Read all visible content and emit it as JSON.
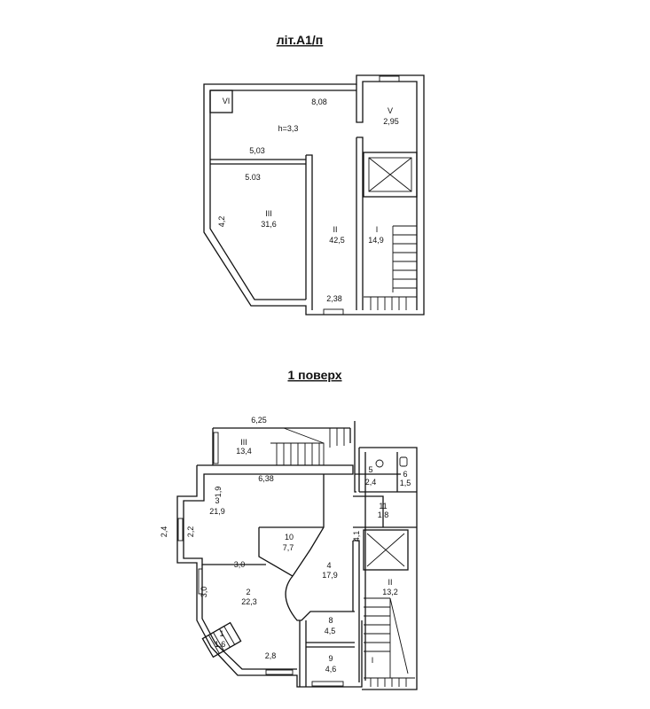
{
  "titles": {
    "upper": "літ.А1/п",
    "lower": "1 поверх"
  },
  "upper_plan": {
    "rooms": [
      {
        "id": "VI",
        "area": ""
      },
      {
        "id": "V",
        "area": "2,95"
      },
      {
        "id": "III",
        "area": "31,6"
      },
      {
        "id": "II",
        "area": "42,5"
      },
      {
        "id": "I",
        "area": "14,9"
      }
    ],
    "dimensions": [
      "8,08",
      "h=3,3",
      "5,03",
      "5.03",
      "4,2",
      "2,38"
    ]
  },
  "lower_plan": {
    "rooms": [
      {
        "id": "III",
        "area": "13,4"
      },
      {
        "id": "3",
        "area": "21,9"
      },
      {
        "id": "10",
        "area": "7,7"
      },
      {
        "id": "4",
        "area": "17,9"
      },
      {
        "id": "2",
        "area": "22,3"
      },
      {
        "id": "5",
        "area": "2,4"
      },
      {
        "id": "6",
        "area": "1,5"
      },
      {
        "id": "11",
        "area": "1,8"
      },
      {
        "id": "II",
        "area": "13,2"
      },
      {
        "id": "8",
        "area": "4,5"
      },
      {
        "id": "9",
        "area": "4,6"
      },
      {
        "id": "1",
        "area": "1,6"
      },
      {
        "id": "I",
        "area": ""
      }
    ],
    "dimensions": [
      "6,25",
      "6,38",
      "1,9",
      "2,4",
      "2,2",
      "4,1",
      "3,0",
      "3,0",
      "2,8"
    ]
  }
}
